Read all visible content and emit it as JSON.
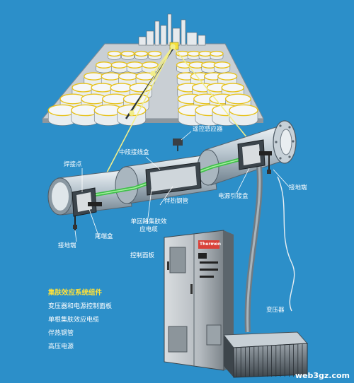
{
  "labels": {
    "weld_point": "焊接点",
    "mid_junction_box": "中段接线盒",
    "remote_sensor": "遥控感应器",
    "power_box": "电源引接盒",
    "ground_left": "接地端",
    "ground_right": "接地端",
    "end_box": "尾端盒",
    "heat_steel_pipe": "伴热钢管",
    "single_loop_cable": "单回路集肤效应电缆",
    "control_panel": "控制面板",
    "transformer": "变压器"
  },
  "legend": {
    "title": "集肤效应系统组件",
    "items": [
      "变压器和电源控制面板",
      "单根集肤效应电缆",
      "伴热钢管",
      "高压电源"
    ]
  },
  "panel": {
    "brand": "Thermon"
  },
  "watermark": "web3gz.com",
  "colors": {
    "background": "#2c8fc9",
    "pipe": "#b8c6d0",
    "callout": "#f2ee8a",
    "legend_title": "#ffe23a",
    "heat_line": "#3fbf4a"
  }
}
